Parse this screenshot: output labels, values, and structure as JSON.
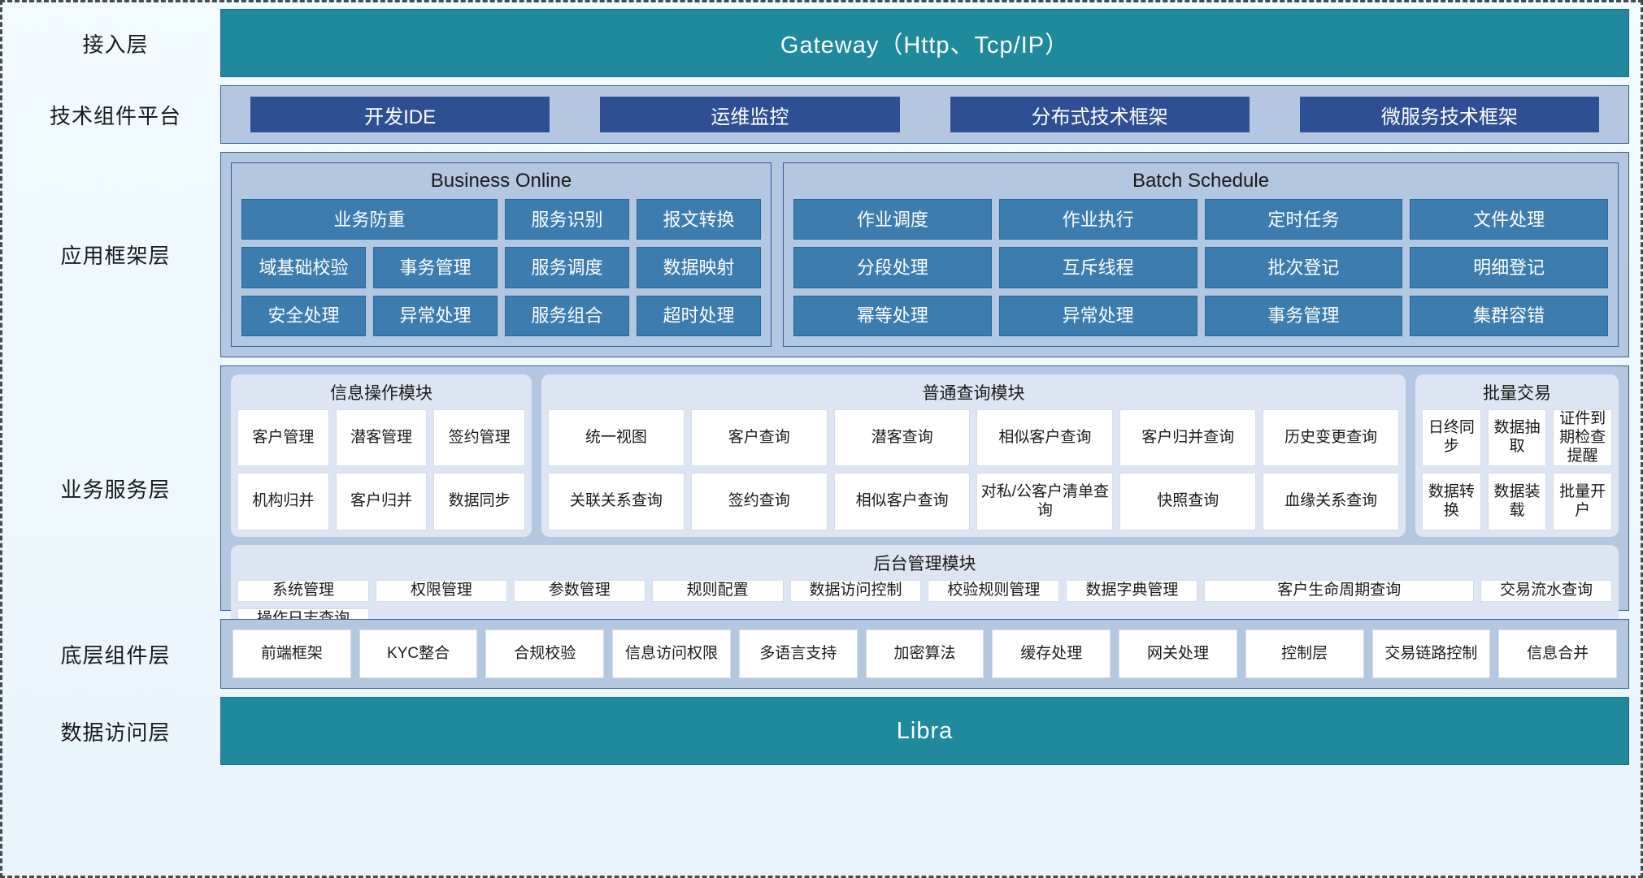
{
  "layers": {
    "access": "接入层",
    "tech_platform": "技术组件平台",
    "app_framework": "应用框架层",
    "business_service": "业务服务层",
    "base_component": "底层组件层",
    "data_access": "数据访问层"
  },
  "gateway": {
    "label": "Gateway（Http、Tcp/IP）"
  },
  "libra": {
    "label": "Libra"
  },
  "tech_components": [
    "开发IDE",
    "运维监控",
    "分布式技术框架",
    "微服务技术框架"
  ],
  "app_framework": {
    "online": {
      "title": "Business Online",
      "cells": [
        "业务防重",
        "服务识别",
        "报文转换",
        "域基础校验",
        "事务管理",
        "服务调度",
        "数据映射",
        "安全处理",
        "异常处理",
        "服务组合",
        "超时处理"
      ]
    },
    "batch": {
      "title": "Batch Schedule",
      "cells": [
        "作业调度",
        "作业执行",
        "定时任务",
        "文件处理",
        "分段处理",
        "互斥线程",
        "批次登记",
        "明细登记",
        "幂等处理",
        "异常处理",
        "事务管理",
        "集群容错"
      ]
    }
  },
  "business_service": {
    "info_module": {
      "title": "信息操作模块",
      "cells": [
        "客户管理",
        "潜客管理",
        "签约管理",
        "机构归并",
        "客户归并",
        "数据同步"
      ]
    },
    "query_module": {
      "title": "普通查询模块",
      "cells": [
        "统一视图",
        "客户查询",
        "潜客查询",
        "相似客户查询",
        "客户归并查询",
        "历史变更查询",
        "关联关系查询",
        "签约查询",
        "相似客户查询",
        "对私/公客户清单查询",
        "快照查询",
        "血缘关系查询"
      ]
    },
    "batch_module": {
      "title": "批量交易",
      "cells": [
        "日终同步",
        "数据抽取",
        "证件到期检查提醒",
        "数据转换",
        "数据装载",
        "批量开户"
      ]
    },
    "admin_module": {
      "title": "后台管理模块",
      "cells": [
        "系统管理",
        "权限管理",
        "参数管理",
        "规则配置",
        "数据访问控制",
        "校验规则管理",
        "数据字典管理",
        "客户生命周期查询",
        "交易流水查询",
        "操作日志查询"
      ]
    }
  },
  "base_components": [
    "前端框架",
    "KYC整合",
    "合规校验",
    "信息访问权限",
    "多语言支持",
    "加密算法",
    "缓存处理",
    "网关处理",
    "控制层",
    "交易链路控制",
    "信息合并"
  ],
  "colors": {
    "teal": "#1e8a9c",
    "panel_blue": "#b4c7e0",
    "chip_blue": "#2e4f94",
    "cell_blue": "#3c7cae",
    "module_bg": "#dde5f2",
    "border": "#2e5f94"
  }
}
